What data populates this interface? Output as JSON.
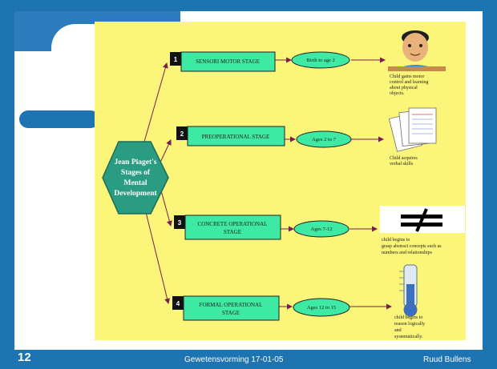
{
  "slide": {
    "number": "12",
    "footer_center": "Gewetensvorming 17-01-05",
    "footer_right": "Ruud Bullens"
  },
  "diagram": {
    "center_lines": [
      "Jean Piaget's",
      "Stages of",
      "Mental",
      "Development"
    ],
    "stages": [
      {
        "number": "1",
        "name_lines": [
          "SENSORI MOTOR STAGE"
        ],
        "age": "Birth to age 2",
        "note_lines": [
          "Child gains motor",
          "control and learning",
          "about physical",
          "objects."
        ],
        "illustration": "baby-icon"
      },
      {
        "number": "2",
        "name_lines": [
          "PREOPERATIONAL STAGE"
        ],
        "age": "Ages 2 to 7",
        "note_lines": [
          "Child acquires",
          "verbal skills"
        ],
        "illustration": "papers-icon"
      },
      {
        "number": "3",
        "name_lines": [
          "CONCRETE OPERATIONAL",
          "STAGE"
        ],
        "age": "Ages 7-12",
        "note_lines": [
          "child begins to",
          "grasp abstract concepts such as",
          "numbers and relationships"
        ],
        "illustration": "not-equal-icon"
      },
      {
        "number": "4",
        "name_lines": [
          "FORMAL OPERATIONAL",
          "STAGE"
        ],
        "age": "Ages 12 to 15",
        "note_lines": [
          "child begins to",
          "reason logically",
          "and",
          "systematically."
        ],
        "illustration": "thermometer-icon"
      }
    ],
    "colors": {
      "background": "#fbf67a",
      "stage_box": "#3ee9a4",
      "age_oval": "#3ee9a4",
      "center_hexagon": "#2a9c82",
      "arrow": "#7a1d50",
      "frame": "#1e73b1"
    }
  }
}
